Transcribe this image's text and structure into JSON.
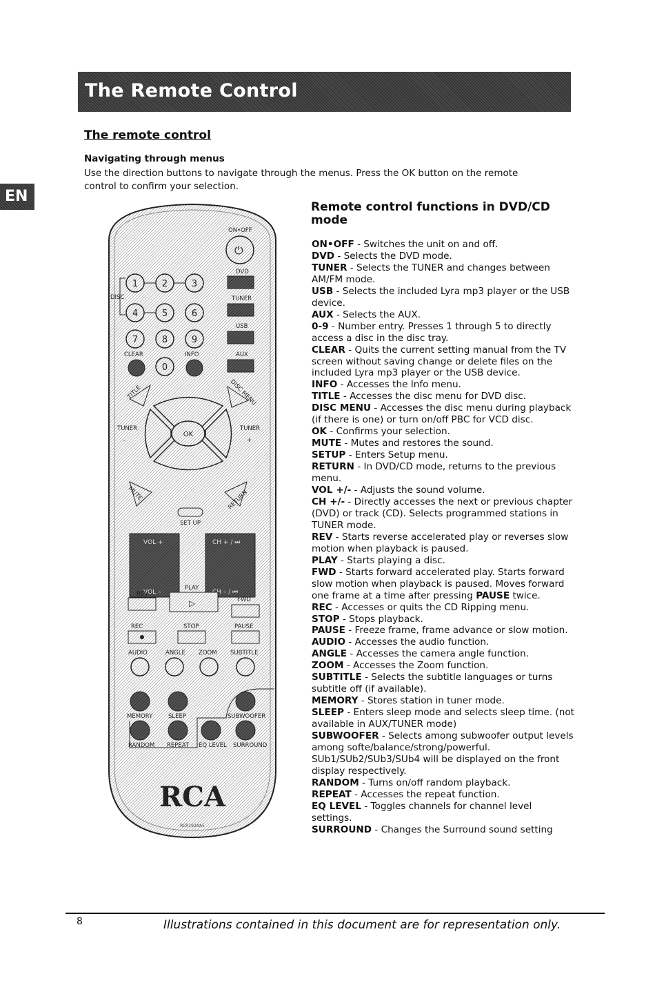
{
  "header": {
    "title": "The Remote Control",
    "lang": "EN"
  },
  "section": {
    "title": "The remote control",
    "nav_heading": "Navigating through menus",
    "nav_text": "Use the direction buttons to navigate through the menus. Press the OK button on the remote control to confirm your selection."
  },
  "functions": {
    "title": "Remote control functions in DVD/CD mode",
    "items": [
      {
        "key": "ON•OFF",
        "desc": " - Switches the unit on and off."
      },
      {
        "key": "DVD",
        "desc": " - Selects the DVD mode."
      },
      {
        "key": "TUNER",
        "desc": " - Selects the TUNER and changes between AM/FM mode."
      },
      {
        "key": "USB",
        "desc": " - Selects the included Lyra mp3 player or the USB device."
      },
      {
        "key": "AUX",
        "desc": " - Selects the AUX."
      },
      {
        "key": "0-9",
        "desc": " - Number entry. Presses 1 through 5 to directly access a disc in the disc tray."
      },
      {
        "key": "CLEAR",
        "desc": " - Quits the current setting manual from the TV screen without saving change or delete files on the included Lyra mp3 player or the USB device."
      },
      {
        "key": "INFO",
        "desc": " - Accesses the Info menu."
      },
      {
        "key": "TITLE",
        "desc": " - Accesses the disc menu for DVD disc."
      },
      {
        "key": "DISC MENU",
        "desc": " - Accesses the disc menu during playback (if there is one) or turn on/off PBC for VCD disc."
      },
      {
        "key": "OK",
        "desc": " - Confirms your selection."
      },
      {
        "key": "MUTE",
        "desc": " - Mutes and restores the sound."
      },
      {
        "key": "SETUP",
        "desc": " - Enters Setup menu."
      },
      {
        "key": "RETURN",
        "desc": " - In DVD/CD mode, returns to the previous menu."
      },
      {
        "key": "VOL +/-",
        "desc": " - Adjusts the sound volume."
      },
      {
        "key": "CH +/-",
        "desc": " - Directly accesses the next or previous chapter (DVD) or track (CD). Selects programmed stations in TUNER mode."
      },
      {
        "key": "REV",
        "desc": " - Starts reverse accelerated play or reverses slow motion when playback is paused."
      },
      {
        "key": "PLAY",
        "desc": " - Starts playing a disc."
      },
      {
        "key": "FWD",
        "desc": " - Starts forward accelerated play. Starts forward slow motion when playback is paused. Moves forward one frame at a time after pressing "
      },
      {
        "key": "PAUSE",
        "desc": " twice."
      },
      {
        "key": "REC",
        "desc": " - Accesses or quits the CD Ripping menu."
      },
      {
        "key": "STOP",
        "desc": " - Stops playback."
      },
      {
        "key": "PAUSE",
        "desc": " - Freeze frame, frame advance or slow motion."
      },
      {
        "key": "AUDIO",
        "desc": " - Accesses the audio function."
      },
      {
        "key": "ANGLE",
        "desc": " - Accesses the camera angle function."
      },
      {
        "key": "ZOOM",
        "desc": " - Accesses the Zoom function."
      },
      {
        "key": "SUBTITLE",
        "desc": " - Selects the subtitle languages or turns subtitle off (if available)."
      },
      {
        "key": "MEMORY",
        "desc": " - Stores station in tuner mode."
      },
      {
        "key": "SLEEP",
        "desc": " - Enters sleep mode and selects sleep time. (not available in AUX/TUNER mode)"
      },
      {
        "key": "SUBWOOFER",
        "desc": " - Selects among subwoofer output levels among softe/balance/strong/powerful. SUb1/SUb2/SUb3/SUb4 will be displayed on the front display respectively."
      },
      {
        "key": "RANDOM",
        "desc": " - Turns on/off random playback."
      },
      {
        "key": "REPEAT",
        "desc": " - Accesses the repeat function."
      },
      {
        "key": "EQ LEVEL",
        "desc": " - Toggles channels for channel level settings."
      },
      {
        "key": "SURROUND",
        "desc": " - Changes the Surround sound setting"
      }
    ]
  },
  "remote": {
    "labels": {
      "on_off": "ON•OFF",
      "dvd": "DVD",
      "tuner": "TUNER",
      "usb": "USB",
      "aux": "AUX",
      "disc": "DISC",
      "clear": "CLEAR",
      "info": "INFO",
      "n1": "1",
      "n2": "2",
      "n3": "3",
      "n4": "4",
      "n5": "5",
      "n6": "6",
      "n7": "7",
      "n8": "8",
      "n9": "9",
      "n0": "0",
      "title": "TITLE",
      "disc_menu": "DISC MENU",
      "tuner_minus": "TUNER",
      "tuner_plus": "TUNER",
      "minus": "–",
      "plus": "+",
      "ok": "OK",
      "mute": "MUTE",
      "return": "RETURN",
      "setup": "SET UP",
      "vol_plus": "VOL +",
      "vol_minus": "VOL –",
      "ch_plus": "CH + / ⏭",
      "ch_minus": "CH – / ⏮",
      "rev": "REV",
      "play": "PLAY",
      "fwd": "FWD",
      "rec": "REC",
      "stop": "STOP",
      "pause": "PAUSE",
      "audio": "AUDIO",
      "angle": "ANGLE",
      "zoom": "ZOOM",
      "subtitle": "SUBTITLE",
      "memory": "MEMORY",
      "sleep": "SLEEP",
      "subwoofer": "SUBWOOFER",
      "random": "RANDOM",
      "repeat": "REPEAT",
      "eq_level": "EQ LEVEL",
      "surround": "SURROUND",
      "brand": "RCA",
      "model": "RCR192AA5"
    }
  },
  "footer": {
    "page": "8",
    "note": "Illustrations contained in this document are for representation only."
  }
}
